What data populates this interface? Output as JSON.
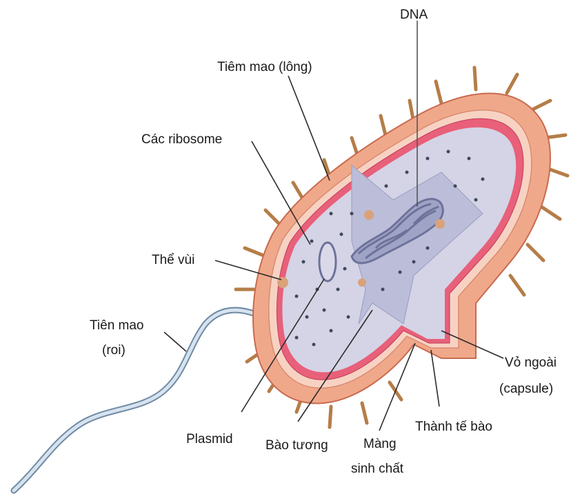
{
  "labels": {
    "dna": "DNA",
    "pili": "Tiêm mao (lông)",
    "ribosomes": "Các ribosome",
    "mesosome": "Thể vùi",
    "flagellum_line1": "Tiên mao",
    "flagellum_line2": "(roi)",
    "capsule_line1": "Vỏ ngoài",
    "capsule_line2": "(capsule)",
    "plasmid": "Plasmid",
    "cytoplasm": "Bào tương",
    "membrane_line1": "Màng",
    "membrane_line2": "sinh chất",
    "cell_wall": "Thành tế bào"
  },
  "colors": {
    "capsule": "#f0a88a",
    "capsule_dark": "#d9785a",
    "cell_wall": "#f7c9b6",
    "membrane": "#e8607a",
    "cytoplasm": "#d4d4e6",
    "cytoplasm_dark": "#aeb0cf",
    "dna": "#7f83a8",
    "pili": "#c9925a",
    "flagellum": "#b8cde0",
    "text": "#1a1a1a"
  }
}
